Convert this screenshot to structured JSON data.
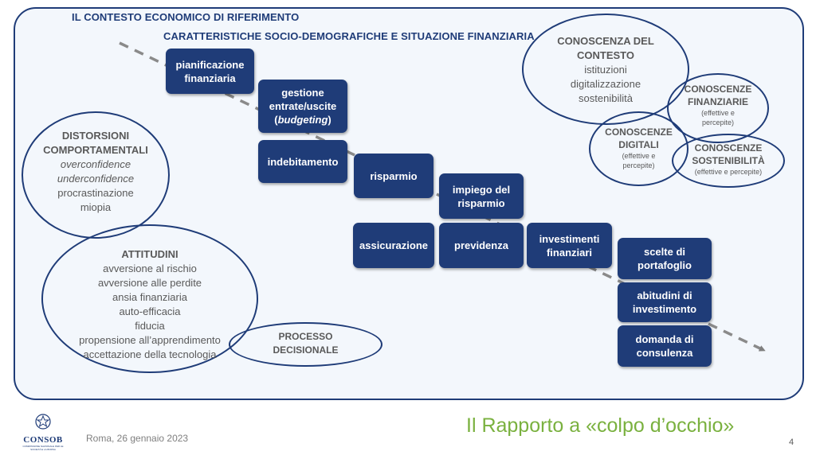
{
  "header": {
    "line1": "IL CONTESTO ECONOMICO DI RIFERIMENTO",
    "line2": "CARATTERISTICHE SOCIO-DEMOGRAFICHE E SITUAZIONE FINANZIARIA"
  },
  "steps": {
    "pianificazione": "pianificazione\nfinanziaria",
    "gestione": "gestione\nentrate/uscite",
    "budgeting": "budgeting",
    "indebitamento": "indebitamento",
    "risparmio": "risparmio",
    "impiego": "impiego del\nrisparmio",
    "assicurazione": "assicurazione",
    "previdenza": "previdenza",
    "investimenti": "investimenti\nfinanziari",
    "scelte": "scelte di\nportafoglio",
    "abitudini": "abitudini di\ninvestimento",
    "domanda": "domanda di\nconsulenza"
  },
  "distorsioni": {
    "title": "DISTORSIONI\nCOMPORTAMENTALI",
    "items_italic": [
      "overconfidence",
      "underconfidence"
    ],
    "items": [
      "procrastinazione",
      "miopia"
    ]
  },
  "attitudini": {
    "title": "ATTITUDINI",
    "items": [
      "avversione al rischio",
      "avversione alle perdite",
      "ansia finanziaria",
      "auto-efficacia",
      "fiducia",
      "propensione all’apprendimento",
      "accettazione della tecnologia"
    ]
  },
  "processo": {
    "title": "PROCESSO\nDECISIONALE"
  },
  "contesto": {
    "title": "CONOSCENZA DEL\nCONTESTO",
    "items": [
      "istituzioni",
      "digitalizzazione",
      "sostenibilità"
    ]
  },
  "finanziarie": {
    "title": "CONOSCENZE\nFINANZIARIE",
    "note": "(effettive e\npercepite)"
  },
  "digitali": {
    "title": "CONOSCENZE\nDIGITALI",
    "note": "(effettive e\npercepite)"
  },
  "sostenibilita": {
    "title": "CONOSCENZE\nSOSTENIBILITÀ",
    "note": "(effettive e percepite)"
  },
  "footer": {
    "date": "Roma, 26 gennaio 2023",
    "title": "Il Rapporto a «colpo d’occhio»",
    "page": "4",
    "logo": "CONSOB",
    "logo_sub": "COMMISSIONE NAZIONALE PER LE SOCIETÀ E LA BORSA"
  },
  "colors": {
    "navy": "#1f3c78",
    "green": "#7ab13f",
    "grey": "#595959",
    "bg": "#f3f7fc"
  }
}
